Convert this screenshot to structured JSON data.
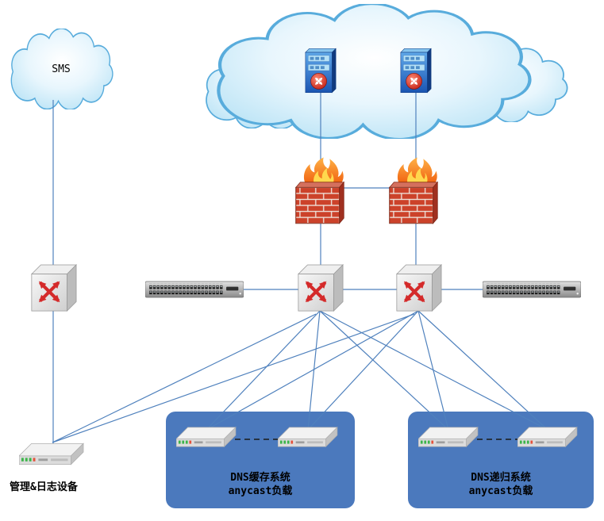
{
  "diagram": {
    "type": "network-topology",
    "clouds": {
      "sms": {
        "label": "SMS"
      },
      "internet": {
        "label": ""
      }
    },
    "groups": {
      "dns_cache": {
        "title": "DNS缓存系统",
        "subtitle": "anycast负载"
      },
      "dns_recursive": {
        "title": "DNS递归系统",
        "subtitle": "anycast负载"
      }
    },
    "nodes": {
      "management_server": {
        "label": "管理&日志设备",
        "icon": "server-icon"
      },
      "core_router_1": {
        "icon": "router-icon"
      },
      "core_router_2": {
        "icon": "router-icon"
      },
      "firewall_1": {
        "icon": "firewall-icon"
      },
      "firewall_2": {
        "icon": "firewall-icon"
      },
      "sms_switch": {
        "icon": "l3-switch-icon"
      },
      "core_switch_1": {
        "icon": "l3-switch-icon"
      },
      "core_switch_2": {
        "icon": "l3-switch-icon"
      },
      "patch_panel_left": {
        "icon": "rack-switch-icon"
      },
      "patch_panel_right": {
        "icon": "rack-switch-icon"
      },
      "dns_cache_server_1": {
        "icon": "server-icon"
      },
      "dns_cache_server_2": {
        "icon": "server-icon"
      },
      "dns_recursive_server_1": {
        "icon": "server-icon"
      },
      "dns_recursive_server_2": {
        "icon": "server-icon"
      }
    },
    "colors": {
      "link_line": "#4f81bd",
      "group_box_fill": "#4b79bd",
      "cloud_fill": "#b9e2f5",
      "cloud_stroke": "#58acdc",
      "firewall_brick": "#cc422a",
      "flame_orange": "#f07010",
      "flame_yellow": "#ffd84d",
      "switch_arrow_red": "#d42a2a",
      "router_blue": "#2b67c8",
      "server_led_green": "#3cb54a"
    }
  }
}
